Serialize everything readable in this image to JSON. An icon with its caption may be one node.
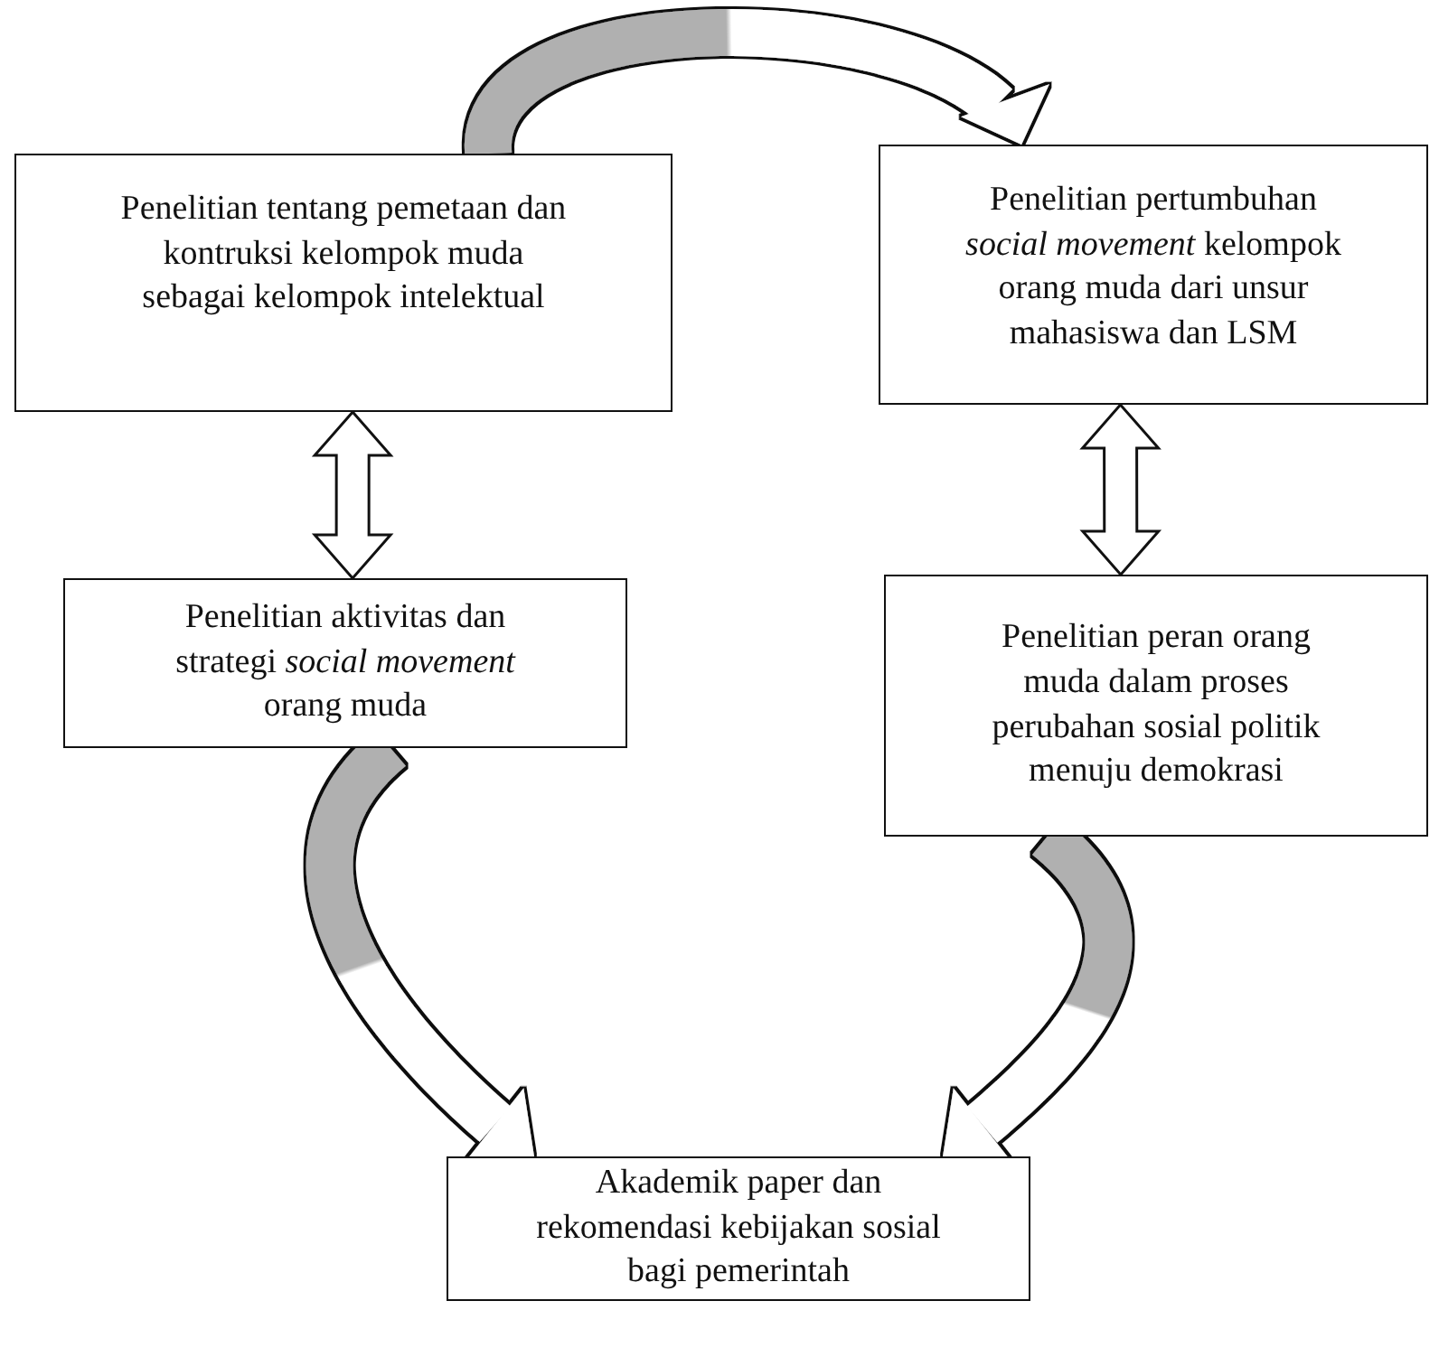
{
  "diagram": {
    "nodes": [
      {
        "text": [
          "Penelitian tentang pemetaan dan kontruksi kelompok muda sebagai kelompok intelektual"
        ]
      },
      {
        "text": [
          "Penelitian pertumbuhan *social movement* kelompok orang muda dari unsur mahasiswa dan LSM"
        ]
      },
      {
        "text": [
          "Penelitian aktivitas dan strategi *social movement* orang muda"
        ]
      },
      {
        "text": [
          "Penelitian peran orang muda dalam proses perubahan sosial politik menuju demokrasi"
        ]
      },
      {
        "text": [
          "Akademik paper dan rekomendasi kebijakan sosial bagi pemerintah"
        ]
      }
    ],
    "edges": [
      {
        "from": 0,
        "to": 1,
        "arrow": "to"
      },
      {
        "from": 0,
        "to": 2,
        "arrow": "both"
      },
      {
        "from": 1,
        "to": 3,
        "arrow": "both"
      },
      {
        "from": 2,
        "to": 4,
        "arrow": "to"
      },
      {
        "from": 3,
        "to": 4,
        "arrow": "to"
      }
    ]
  }
}
